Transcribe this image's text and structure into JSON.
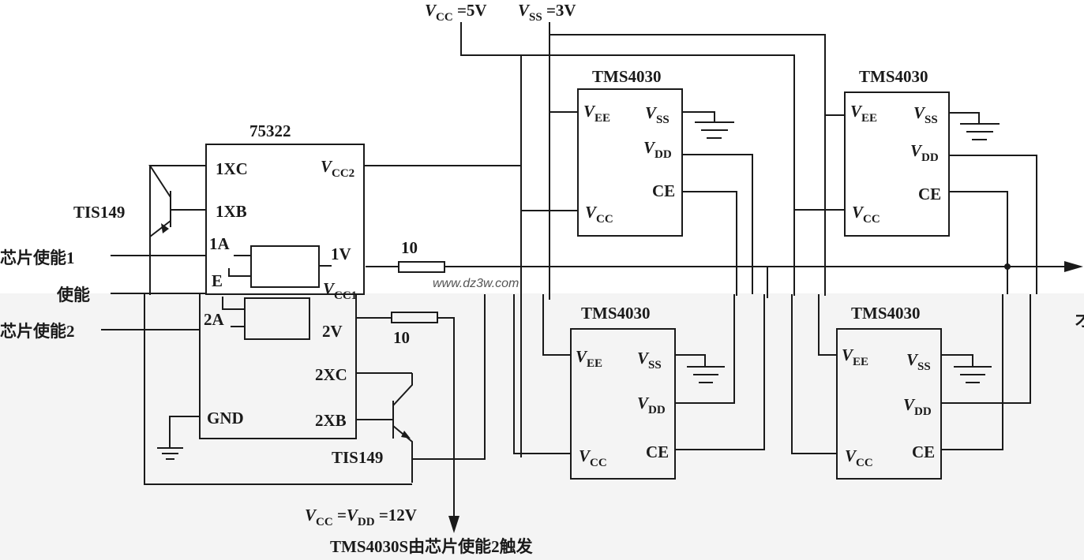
{
  "supply": {
    "vcc_top": {
      "v": "V",
      "sub": "CC",
      "rest": " =5V"
    },
    "vss_top": {
      "v": "V",
      "sub": "SS",
      "rest": " =3V"
    },
    "vcc_vdd": {
      "v1": "V",
      "sub1": "CC",
      "mid": " =",
      "v2": "V",
      "sub2": "DD",
      "rest": " =12V"
    }
  },
  "driver": {
    "name": "75322",
    "pins": {
      "xc1": "1XC",
      "xb1": "1XB",
      "a1": "1A",
      "e": "E",
      "a2": "2A",
      "gnd": "GND",
      "v1": "1V",
      "v2": "2V",
      "xc2": "2XC",
      "xb2": "2XB",
      "vcc2": {
        "v": "V",
        "sub": "CC2"
      },
      "vcc1": {
        "v": "V",
        "sub": "CC1"
      }
    }
  },
  "transistors": [
    "TIS149",
    "TIS149"
  ],
  "resistors": [
    "10",
    "10"
  ],
  "inputs": {
    "chip_enable_1": "芯片使能1",
    "enable": "使能",
    "chip_enable_2": "芯片使能2"
  },
  "memory": {
    "name": "TMS4030",
    "pins": {
      "vee": {
        "v": "V",
        "sub": "EE"
      },
      "vss": {
        "v": "V",
        "sub": "SS"
      },
      "vdd": {
        "v": "V",
        "sub": "DD"
      },
      "vcc": {
        "v": "V",
        "sub": "CC"
      },
      "ce": "CE"
    }
  },
  "caption": "TMS4030S由芯片使能2触发",
  "watermark": "www.dz3w.com",
  "edge_mark": "才"
}
